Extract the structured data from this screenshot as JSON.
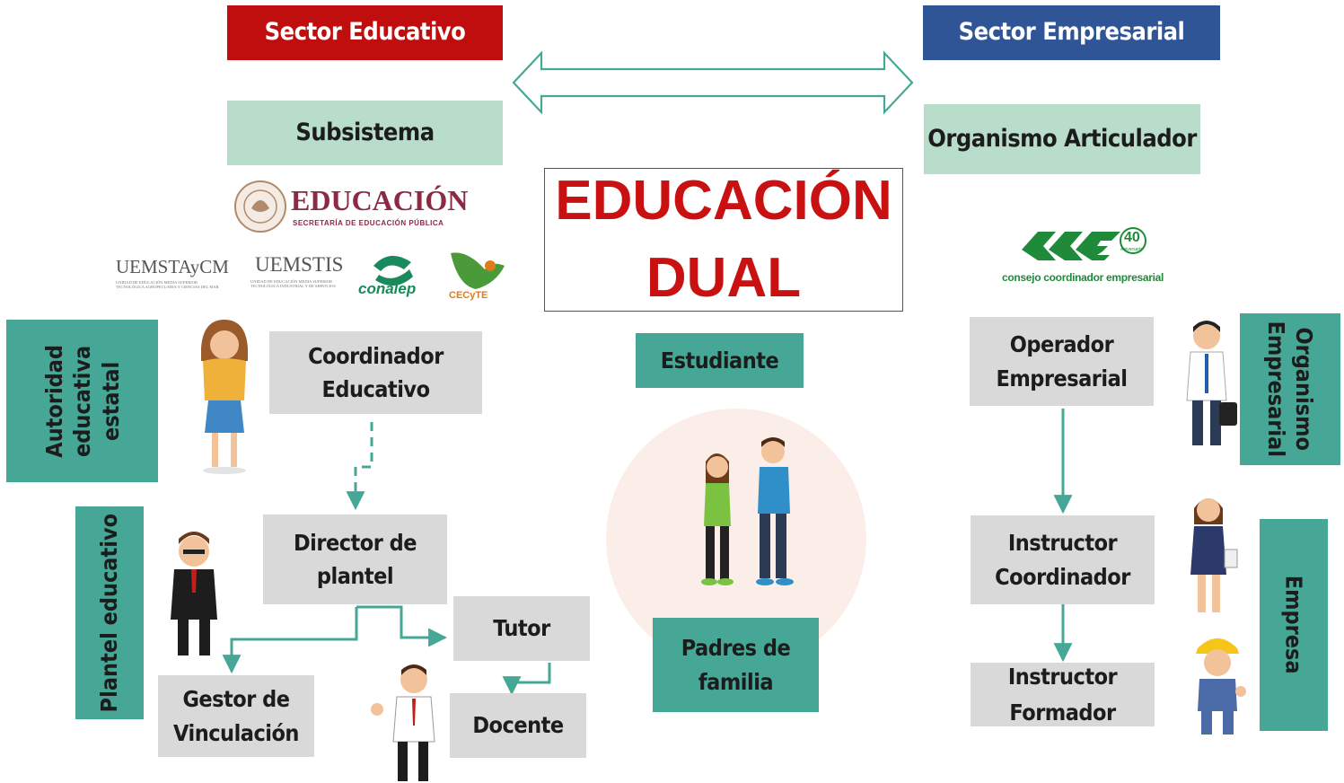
{
  "header": {
    "sector_educativo": "Sector Educativo",
    "sector_empresarial": "Sector Empresarial"
  },
  "left": {
    "subsistema": "Subsistema",
    "autoridad": [
      "Autoridad",
      "educativa",
      "estatal"
    ],
    "plantel": "Plantel educativo",
    "coordinador": [
      "Coordinador",
      "Educativo"
    ],
    "director": [
      "Director de",
      "plantel"
    ],
    "tutor": "Tutor",
    "gestor": [
      "Gestor de",
      "Vinculación"
    ],
    "docente": "Docente"
  },
  "center": {
    "title_line1": "EDUCACIÓN",
    "title_line2": "DUAL",
    "estudiante": "Estudiante",
    "padres": [
      "Padres de",
      "familia"
    ]
  },
  "right": {
    "organismo_articulador": "Organismo Articulador",
    "operador": [
      "Operador",
      "Empresarial"
    ],
    "instructor_coordinador": [
      "Instructor",
      "Coordinador"
    ],
    "instructor_formador": [
      "Instructor",
      "Formador"
    ],
    "organismo_empresarial": [
      "Organismo",
      "Empresarial"
    ],
    "empresa": "Empresa"
  },
  "logos": {
    "educacion": "EDUCACIÓN",
    "educacion_sub": "SECRETARÍA DE EDUCACIÓN PÚBLICA",
    "uemstaycm": "UEMSTAyCM",
    "uemstaycm_sub": "UNIDAD DE EDUCACIÓN MEDIA SUPERIOR TECNOLÓGICA AGROPECUARIA Y CIENCIAS DEL MAR",
    "uemstis": "UEMSTIS",
    "uemstis_sub": "UNIDAD DE EDUCACIÓN MEDIA SUPERIOR TECNOLÓGICA INDUSTRIAL Y DE SERVICIOS",
    "conalep": "conalep",
    "cecyte": "CECyTE",
    "cce_badge": "40",
    "cce_badge_sub": "Aniversario",
    "cce": "consejo coordinador empresarial"
  },
  "colors": {
    "red": "#c00e0e",
    "blue": "#2f5597",
    "mint": "#b8ddca",
    "teal": "#46a796",
    "gray": "#d9d9d9",
    "arrow": "#46a796",
    "title": "#c91111"
  }
}
